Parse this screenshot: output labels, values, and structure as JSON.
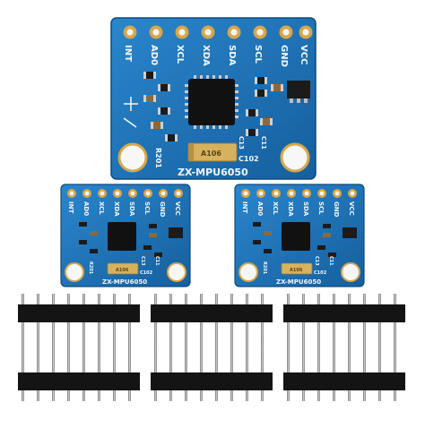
{
  "scene": {
    "description_colors": {
      "pcb": "#1a72b8",
      "pcb_dark": "#0f4f86",
      "gold": "#d8a64a",
      "pin_plastic": "#141414",
      "pin_metal": "#9a9a9a",
      "chip": "#111111",
      "capacitor": "#d6b25e"
    }
  },
  "boards": [
    {
      "pins": [
        "INT",
        "AD0",
        "XCL",
        "XDA",
        "SDA",
        "SCL",
        "GND",
        "VCC"
      ],
      "model": "ZX-MPU6050",
      "refs": {
        "r_main": "R201",
        "c_main": "C102",
        "cap_code": "A106",
        "c13": "C13",
        "c11": "C11"
      }
    },
    {
      "pins": [
        "INT",
        "AD0",
        "XCL",
        "XDA",
        "SDA",
        "SCL",
        "GND",
        "VCC"
      ],
      "model": "ZX-MPU6050",
      "refs": {
        "r_main": "R201",
        "c_main": "C102",
        "cap_code": "A106",
        "c13": "C13",
        "c11": "C11"
      }
    },
    {
      "pins": [
        "INT",
        "AD0",
        "XCL",
        "XDA",
        "SDA",
        "SCL",
        "GND",
        "VCC"
      ],
      "model": "ZX-MPU6050",
      "refs": {
        "r_main": "R201",
        "c_main": "C102",
        "cap_code": "A106",
        "c13": "C13",
        "c11": "C11"
      }
    }
  ],
  "headers": [
    {
      "type": "straight-pin-header",
      "pin_count": 8
    },
    {
      "type": "straight-pin-header",
      "pin_count": 8
    },
    {
      "type": "straight-pin-header",
      "pin_count": 8
    }
  ]
}
